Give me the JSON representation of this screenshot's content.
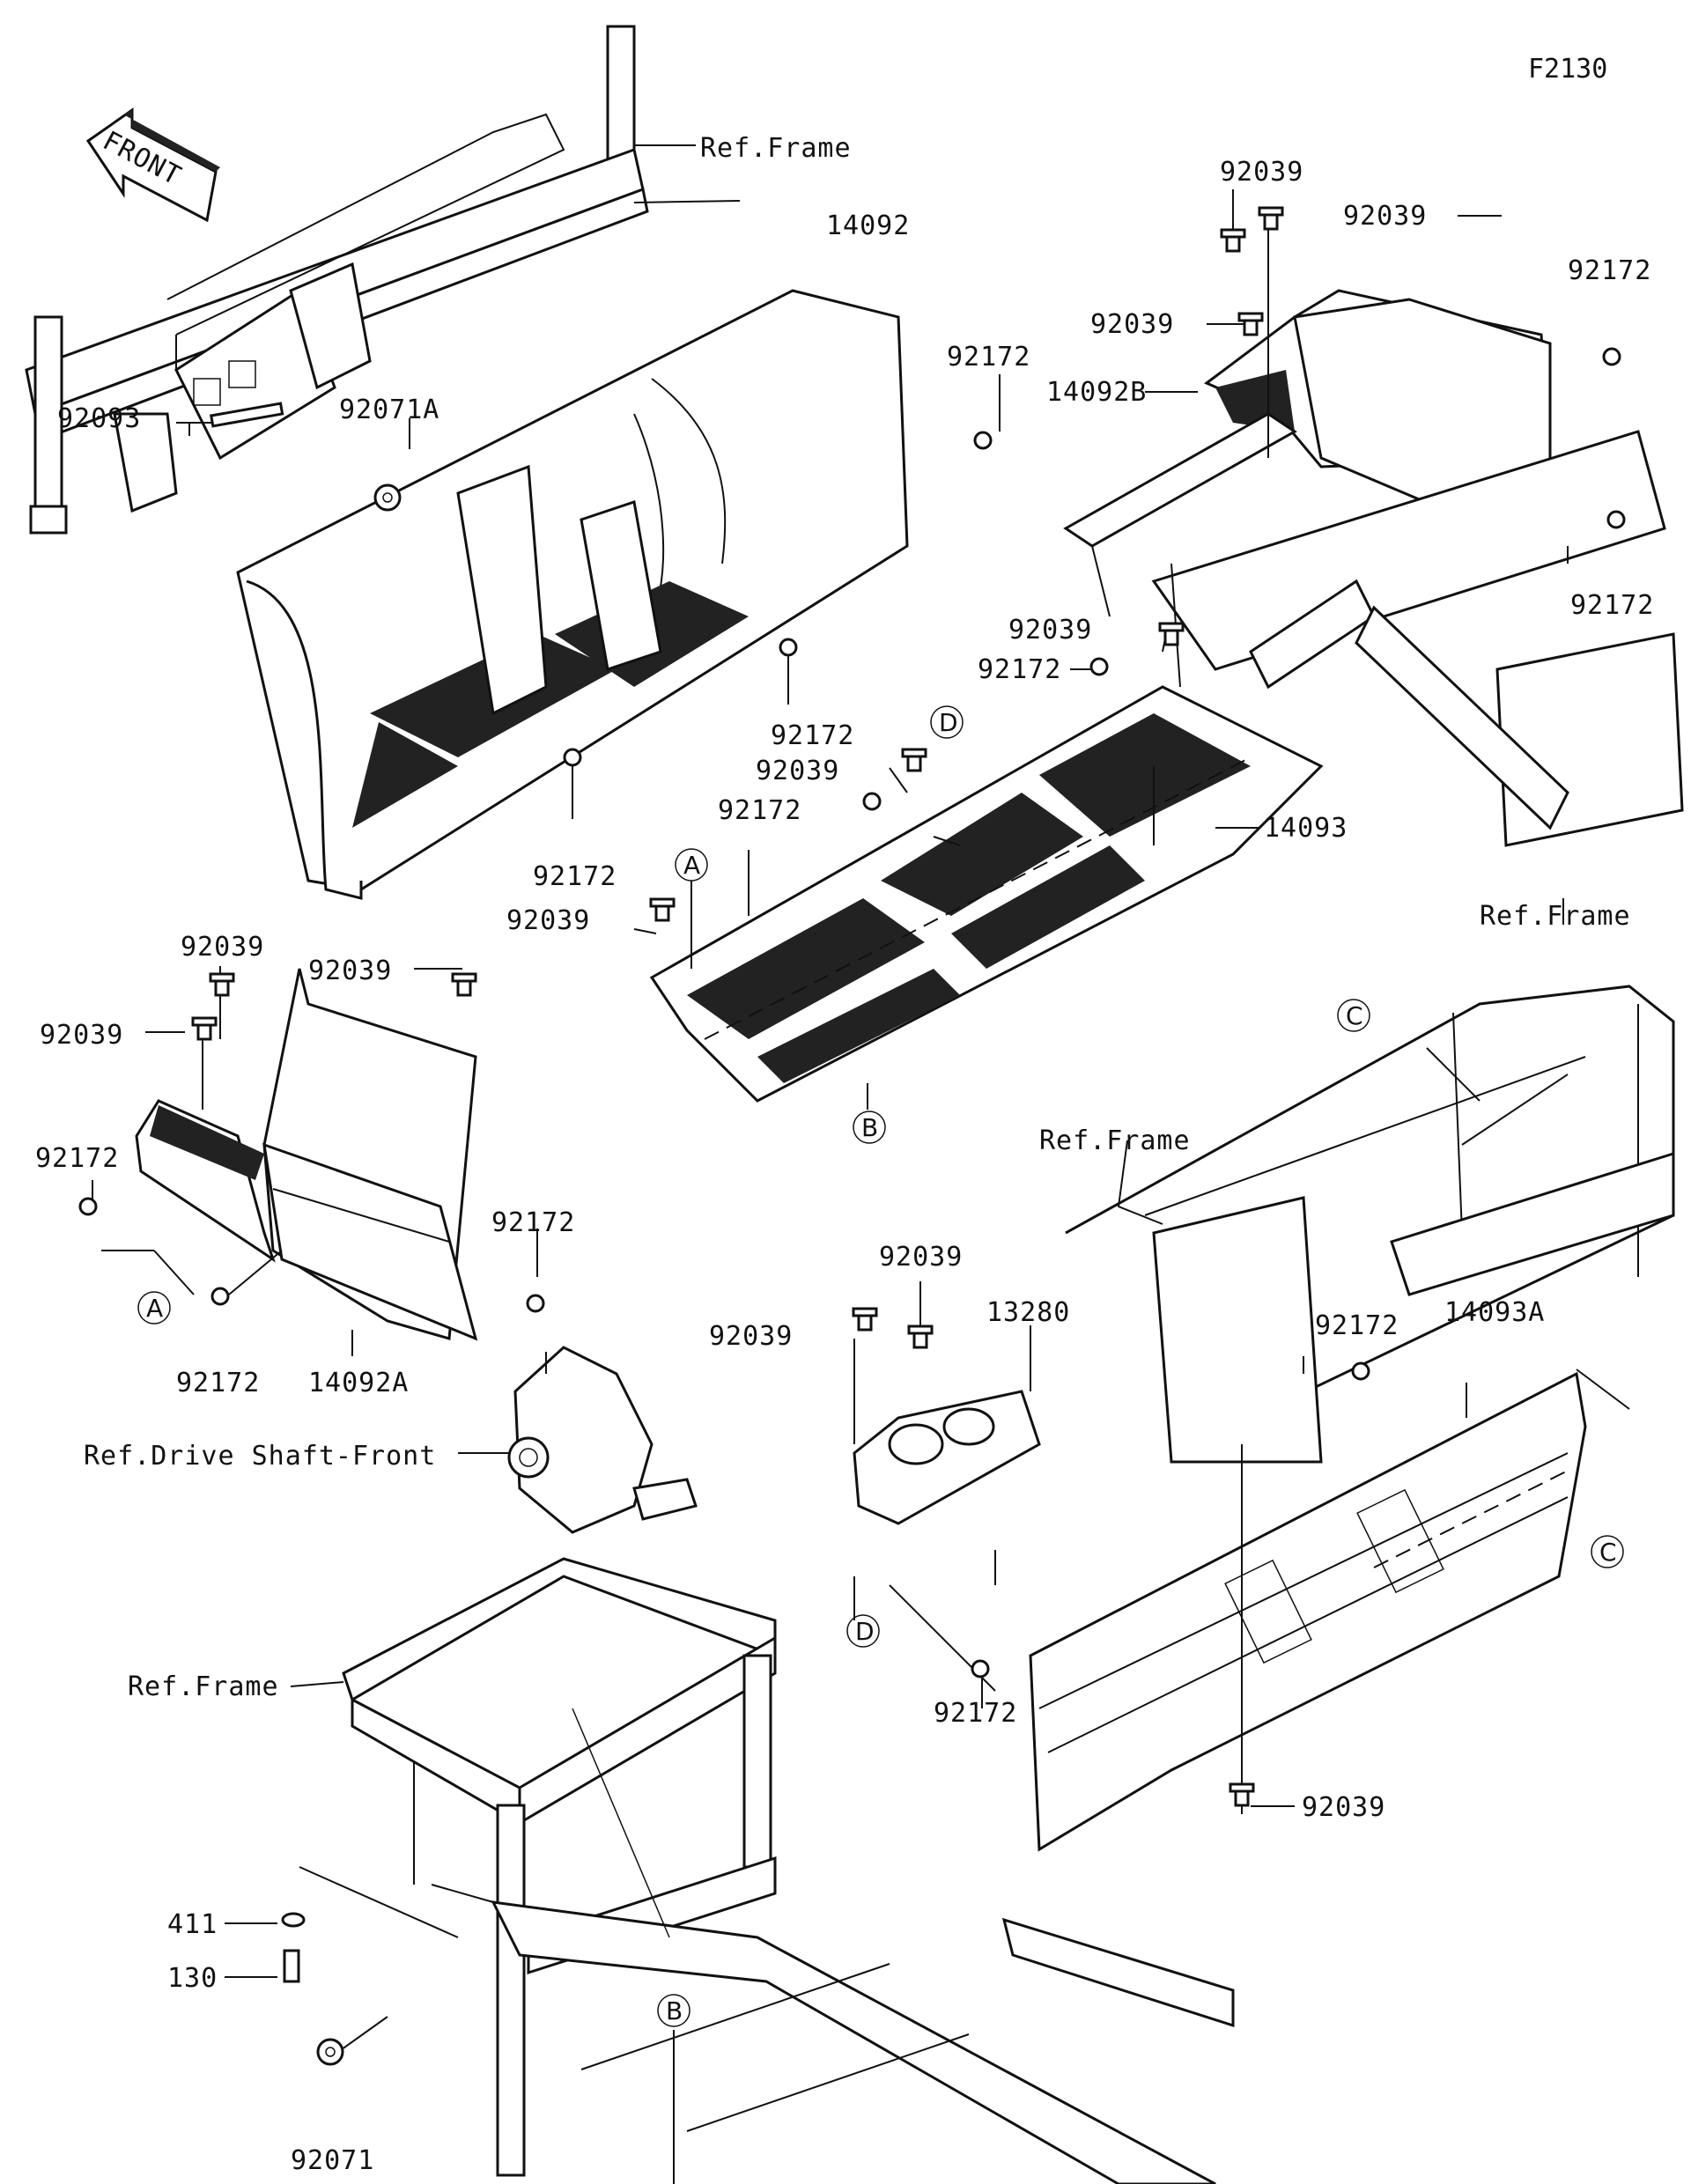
{
  "figure_code": "F2130",
  "front_arrow_text": "FRONT",
  "parts": {
    "p14092": "14092",
    "p14092A": "14092A",
    "p14092B": "14092B",
    "p14093": "14093",
    "p14093A": "14093A",
    "p13280": "13280",
    "p92039": "92039",
    "p92172": "92172",
    "p92093": "92093",
    "p92071": "92071",
    "p92071A": "92071A",
    "p411": "411",
    "p130": "130"
  },
  "refs": {
    "frame": "Ref.Frame",
    "drive_shaft_front": "Ref.Drive Shaft-Front"
  },
  "markers": {
    "A": "A",
    "B": "B",
    "C": "C",
    "D": "D"
  }
}
